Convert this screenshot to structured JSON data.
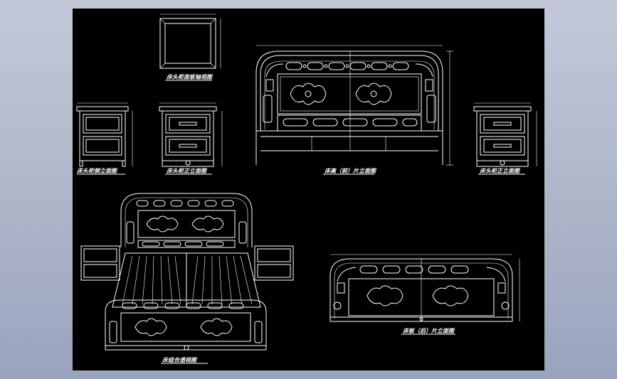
{
  "window": {
    "background_color": "#a8b0c4",
    "drawing_background": "#000000",
    "line_color": "#ffffff"
  },
  "views": {
    "headboard_cabinet_top": {
      "label": "床头柜面板轴视图"
    },
    "headboard_cabinet_side": {
      "label": "床头柜侧立面图"
    },
    "headboard_cabinet_front_left": {
      "label": "床头柜正立面图"
    },
    "bed_head_front": {
      "label": "床高（前）片立面图"
    },
    "headboard_cabinet_front_right": {
      "label": "床头柜正立面图"
    },
    "bed_assembly_plan": {
      "label": "床组合透视图"
    },
    "bed_tail_front": {
      "label": "床板（后）片立面图"
    }
  }
}
